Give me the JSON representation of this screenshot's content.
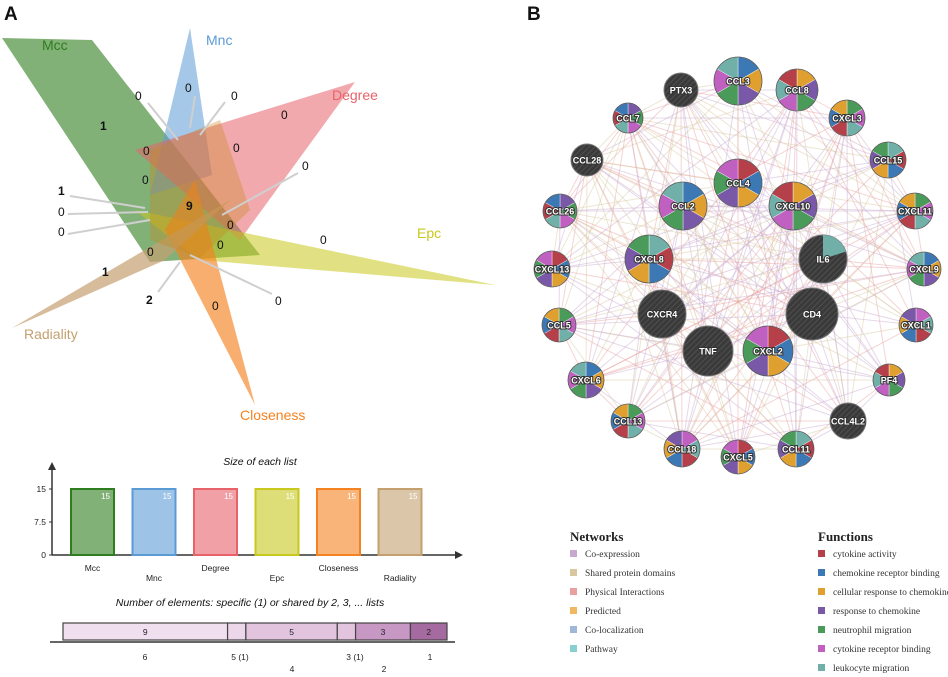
{
  "panels": {
    "a": "A",
    "b": "B"
  },
  "venn": {
    "sets": [
      {
        "name": "Mcc",
        "color": "#2e7d1e"
      },
      {
        "name": "Mnc",
        "color": "#5b9bd5"
      },
      {
        "name": "Degree",
        "color": "#e8626a"
      },
      {
        "name": "Epc",
        "color": "#c8c81e"
      },
      {
        "name": "Closeness",
        "color": "#f58220"
      },
      {
        "name": "Radiality",
        "color": "#c4a070"
      }
    ],
    "counts": [
      "0",
      "0",
      "1",
      "0",
      "0",
      "0",
      "0",
      "0",
      "0",
      "1",
      "0",
      "0",
      "9",
      "0",
      "0",
      "0",
      "0",
      "1",
      "0",
      "2",
      "0",
      "0"
    ],
    "center": "9"
  },
  "list_sizes": {
    "title": "Size of each list",
    "chart_data": {
      "type": "bar",
      "title": "Size of each list",
      "categories": [
        "Mcc",
        "Mnc",
        "Degree",
        "Epc",
        "Closeness",
        "Radiality"
      ],
      "values": [
        15,
        15,
        15,
        15,
        15,
        15
      ],
      "yticks": [
        "0",
        "7.5",
        "15"
      ],
      "ylim": [
        0,
        15
      ],
      "colors": [
        "#2e7d1e",
        "#5b9bd5",
        "#e8626a",
        "#c8c81e",
        "#f58220",
        "#c4a070"
      ]
    }
  },
  "shared": {
    "title": "Number of elements: specific (1) or shared by 2, 3, ... lists",
    "chart_data": {
      "type": "bar",
      "segments": [
        {
          "label": "9",
          "value": 9,
          "color": "#f0e0ef"
        },
        {
          "label": "",
          "value": 1,
          "color": "#ecd6ea"
        },
        {
          "label": "5",
          "value": 5,
          "color": "#e2c4df"
        },
        {
          "label": "",
          "value": 1,
          "color": "#e2c4df"
        },
        {
          "label": "3",
          "value": 3,
          "color": "#c898c4"
        },
        {
          "label": "2",
          "value": 2,
          "color": "#a56aa0"
        }
      ],
      "axis_top": [
        "6",
        "5 (1)",
        "3 (1)",
        "1"
      ],
      "axis_bottom": [
        "4",
        "2"
      ]
    }
  },
  "network": {
    "nodes": [
      {
        "id": "PTX3",
        "gray": true
      },
      {
        "id": "CCL3",
        "gray": false
      },
      {
        "id": "CCL8",
        "gray": false
      },
      {
        "id": "CCL7",
        "gray": false
      },
      {
        "id": "CXCL3",
        "gray": false
      },
      {
        "id": "CCL28",
        "gray": true
      },
      {
        "id": "CCL15",
        "gray": false
      },
      {
        "id": "CCL4",
        "gray": false
      },
      {
        "id": "CCL2",
        "gray": false
      },
      {
        "id": "CXCL10",
        "gray": false
      },
      {
        "id": "CCL26",
        "gray": false
      },
      {
        "id": "CXCL11",
        "gray": false
      },
      {
        "id": "IL6",
        "gray": true
      },
      {
        "id": "CXCL8",
        "gray": false
      },
      {
        "id": "CXCL13",
        "gray": false
      },
      {
        "id": "CXCL9",
        "gray": false
      },
      {
        "id": "CXCR4",
        "gray": true
      },
      {
        "id": "CD4",
        "gray": true
      },
      {
        "id": "CCL5",
        "gray": false
      },
      {
        "id": "CXCL1",
        "gray": false
      },
      {
        "id": "TNF",
        "gray": true
      },
      {
        "id": "CXCL2",
        "gray": false
      },
      {
        "id": "CXCL6",
        "gray": false
      },
      {
        "id": "PF4",
        "gray": false
      },
      {
        "id": "CCL4L2",
        "gray": true
      },
      {
        "id": "CCL13",
        "gray": false
      },
      {
        "id": "CCL18",
        "gray": false
      },
      {
        "id": "CCL11",
        "gray": false
      },
      {
        "id": "CXCL5",
        "gray": false
      }
    ]
  },
  "legend": {
    "networks_title": "Networks",
    "networks": [
      {
        "label": "Co-expression",
        "color": "#c7a9cf"
      },
      {
        "label": "Shared protein domains",
        "color": "#d8c7a0"
      },
      {
        "label": "Physical Interactions",
        "color": "#e8a0a0"
      },
      {
        "label": "Predicted",
        "color": "#f0b860"
      },
      {
        "label": "Co-localization",
        "color": "#a0b8d8"
      },
      {
        "label": "Pathway",
        "color": "#88d0d0"
      }
    ],
    "functions_title": "Functions",
    "functions": [
      {
        "label": "cytokine activity",
        "color": "#b5404a"
      },
      {
        "label": "chemokine receptor binding",
        "color": "#3c78b4"
      },
      {
        "label": "cellular response to chemokine",
        "color": "#e0a030"
      },
      {
        "label": "response to chemokine",
        "color": "#7a58a8"
      },
      {
        "label": "neutrophil migration",
        "color": "#4a9a5a"
      },
      {
        "label": "cytokine receptor binding",
        "color": "#c060c0"
      },
      {
        "label": "leukocyte migration",
        "color": "#70b0a8"
      }
    ]
  }
}
